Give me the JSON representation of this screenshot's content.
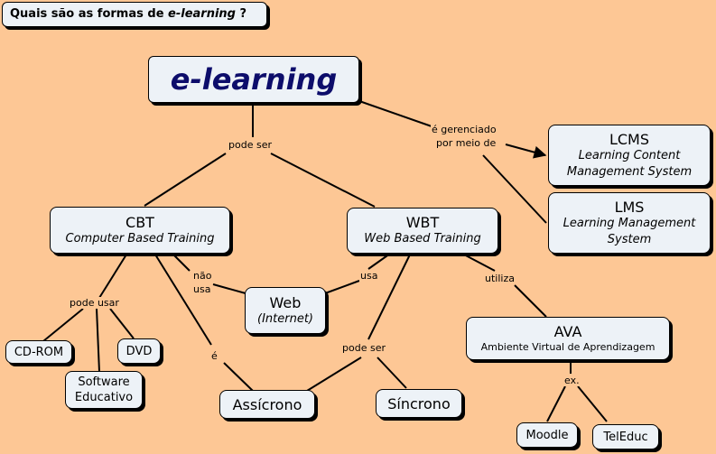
{
  "question": {
    "prefix": "Quais são as formas de ",
    "em": "e-learning",
    "suffix": " ?"
  },
  "nodes": {
    "elearning": "e-learning",
    "lcms": {
      "title": "LCMS",
      "sub1": "Learning Content",
      "sub2": "Management System"
    },
    "lms": {
      "title": "LMS",
      "sub1": "Learning Management",
      "sub2": "System"
    },
    "cbt": {
      "title": "CBT",
      "sub": "Computer Based Training"
    },
    "wbt": {
      "title": "WBT",
      "sub": "Web  Based  Training"
    },
    "web": {
      "title": "Web",
      "sub": "(Internet)"
    },
    "ava": {
      "title": "AVA",
      "sub": "Ambiente Virtual de Aprendizagem"
    },
    "cdrom": "CD-ROM",
    "dvd": "DVD",
    "software": {
      "line1": "Software",
      "line2": "Educativo"
    },
    "assincrono": "Assícrono",
    "sincrono": "Síncrono",
    "moodle": "Moodle",
    "teleduc": "TelEduc"
  },
  "links": {
    "pode_ser": "pode ser",
    "gerenciado_1": "é gerenciado",
    "gerenciado_2": "por meio de",
    "pode_usar": "pode usar",
    "nao": "não",
    "usa": "usa",
    "usa_wbt": "usa",
    "utiliza": "utiliza",
    "e": "é",
    "pode_ser_2": "pode ser",
    "ex": "ex."
  }
}
